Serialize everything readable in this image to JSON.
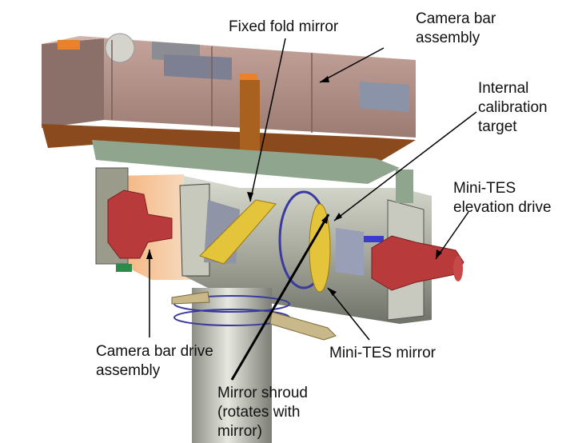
{
  "labels": {
    "camera_bar_assembly": "Camera bar\nassembly",
    "fixed_fold_mirror": "Fixed fold mirror",
    "internal_calibration_target": "Internal\ncalibration\ntarget",
    "minites_elevation_drive": "Mini-TES\nelevation drive",
    "camera_bar_drive_assembly": "Camera bar drive\nassembly",
    "minites_mirror": "Mini-TES mirror",
    "mirror_shroud": "Mirror shroud\n(rotates with\nmirror)"
  },
  "colors": {
    "camera_bar": "#a8857e",
    "bronze_frame": "#8a4a1e",
    "green_plate": "#8fa58d",
    "drive_red": "#b83a3a",
    "housing_gray": "#b4b4ac",
    "mirror_yellow": "#e4c43a",
    "shroud_blue": "#3a3aa0",
    "arrow": "#000000"
  }
}
